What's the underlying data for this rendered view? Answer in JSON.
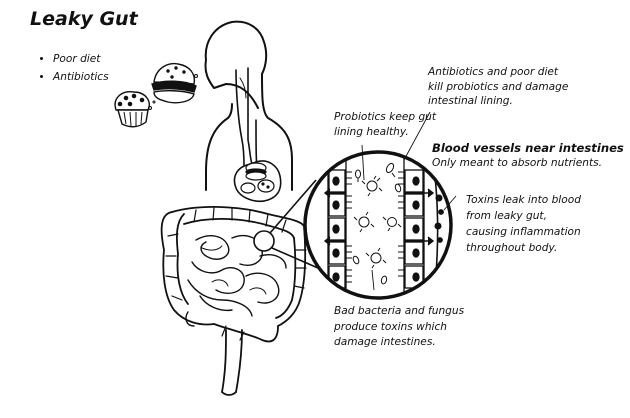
{
  "title": "Leaky Gut",
  "causes": [
    "Poor diet",
    "Antibiotics"
  ],
  "annotations": {
    "antibiotics_lines": [
      "Antibiotics and poor diet",
      "kill probiotics and damage",
      "intestinal lining."
    ],
    "probiotics_lines": [
      "Probiotics keep gut",
      "lining healthy."
    ],
    "blood_heading": "Blood vessels near intestines",
    "blood_sub": "Only meant to absorb nutrients.",
    "toxins_lines": [
      "Toxins leak into blood",
      "from leaky gut,",
      "causing inflammation",
      "throughout body."
    ],
    "bacteria_lines": [
      "Bad bacteria and fungus",
      "produce toxins which",
      "damage intestines."
    ]
  },
  "colors": {
    "ink": "#111111",
    "background": "#ffffff"
  }
}
